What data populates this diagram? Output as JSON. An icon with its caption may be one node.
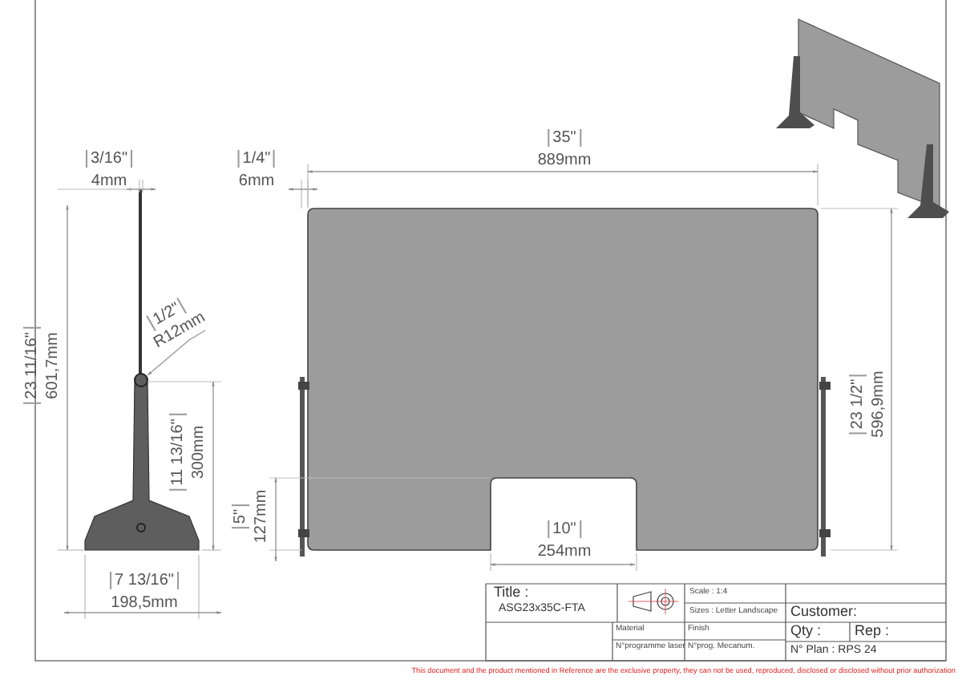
{
  "diagram": {
    "labels": [
      "3/16\"",
      "4mm",
      "1/4\"",
      "6mm",
      "35\"",
      "889mm",
      "1/2\"",
      "R12mm",
      "23 11/16\"",
      "601,7mm",
      "11 13/16\"",
      "300mm",
      "23 1/2\"",
      "596,9mm",
      "5\"",
      "127mm",
      "10\"",
      "254mm",
      "7 13/16\"",
      "198,5mm",
      "Title :",
      "ASG23x35C-FTA",
      "Scale : 1:4",
      "Sizes : Letter Landscape",
      "Customer:",
      "Material",
      "Finish",
      "Qty :",
      "Rep :",
      "N°programme laser",
      "N°prog. Mecanum.",
      "N° Plan : RPS 24",
      "This document and the product mentioned in Reference are the exclusive property, they can not be used, reproduced, disclosed or disclosed without prior authorization"
    ]
  }
}
